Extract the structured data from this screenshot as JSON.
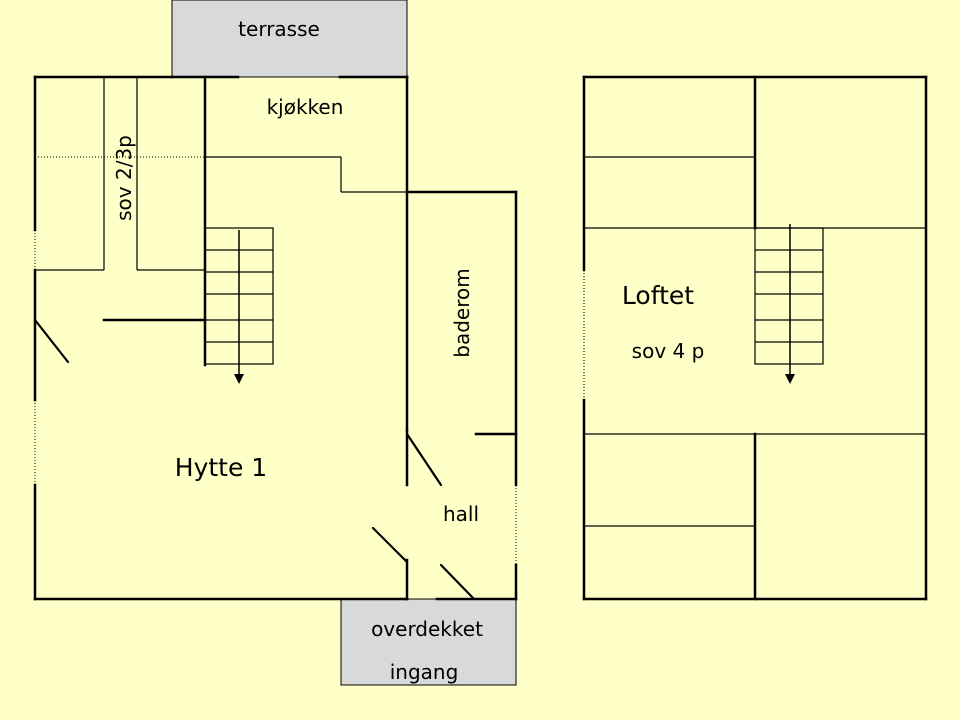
{
  "colors": {
    "background": "#FFFFC8",
    "extension_fill": "#D9D9D9",
    "line": "#000000"
  },
  "hytte1": {
    "label": "Hytte 1",
    "rooms": {
      "kitchen": "kjøkken",
      "bedroom": "sov 2/3p",
      "bathroom": "baderom",
      "hall": "hall"
    },
    "terrace": "terrasse",
    "entrance_line1": "overdekket",
    "entrance_line2": "ingang"
  },
  "loft": {
    "label": "Loftet",
    "sublabel": "sov 4 p"
  },
  "icons": {
    "stair_arrow": "arrow-down-icon"
  }
}
